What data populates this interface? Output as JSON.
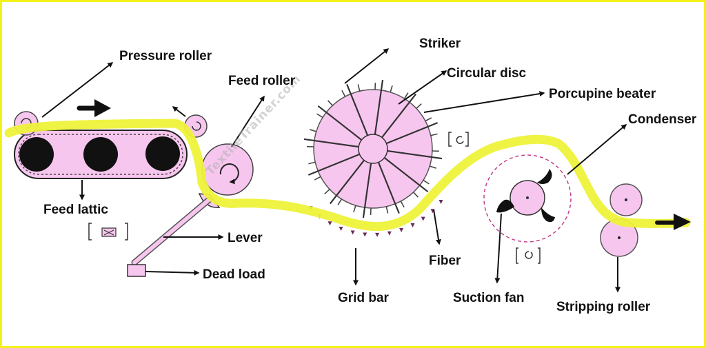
{
  "labels": {
    "pressure_roller": "Pressure roller",
    "feed_roller": "Feed roller",
    "striker": "Striker",
    "circular_disc": "Circular disc",
    "porcupine_beater": "Porcupine beater",
    "condenser": "Condenser",
    "feed_lattic": "Feed lattic",
    "lever": "Lever",
    "dead_load": "Dead load",
    "grid_bar": "Grid bar",
    "fiber": "Fiber",
    "suction_fan": "Suction fan",
    "stripping_roller": "Stripping roller"
  },
  "watermark": "TextileTrainer.com",
  "colors": {
    "frame": "#f3f21a",
    "fiber": "#eef23a",
    "component_fill": "#f7c6ee",
    "ink": "#111111"
  }
}
